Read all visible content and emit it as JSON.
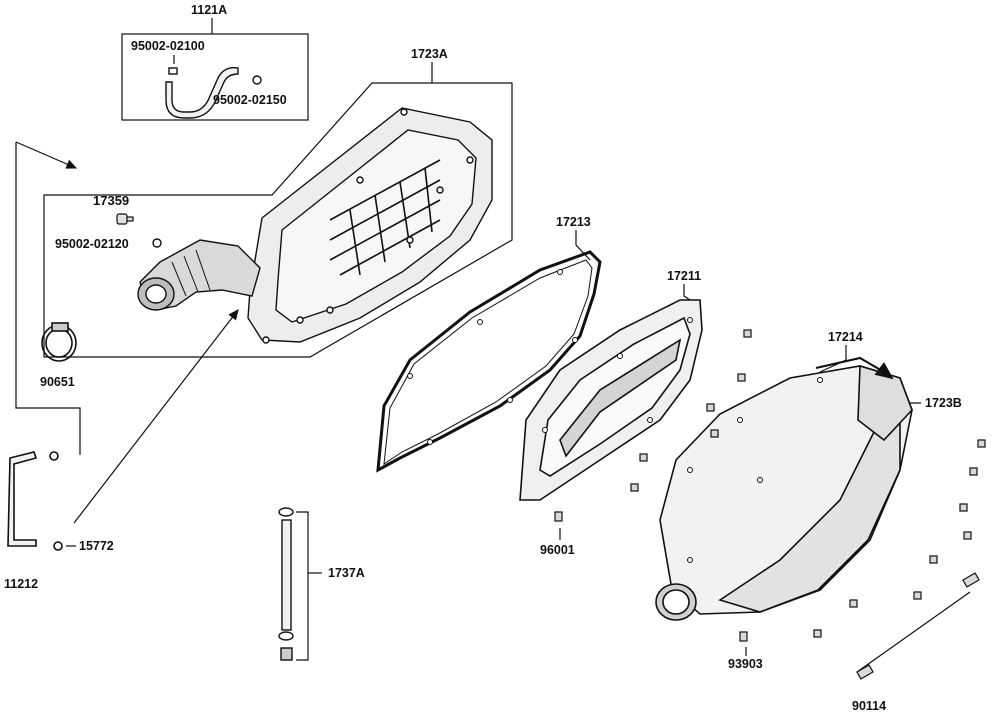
{
  "labels": {
    "p1121A": "1121A",
    "p95002_02100": "95002-02100",
    "p95002_02150": "95002-02150",
    "p1723A": "1723A",
    "p17359": "17359",
    "p95002_02120": "95002-02120",
    "p90651": "90651",
    "p17213": "17213",
    "p17211": "17211",
    "p17214": "17214",
    "p1723B": "1723B",
    "p96001": "96001",
    "p15772": "15772",
    "p11212": "11212",
    "p1737A": "1737A",
    "p93903": "93903",
    "p90114": "90114"
  },
  "colors": {
    "line": "#111111",
    "part_fill": "#f2f2f2",
    "part_shade": "#8c8c8c",
    "background": "#ffffff"
  }
}
